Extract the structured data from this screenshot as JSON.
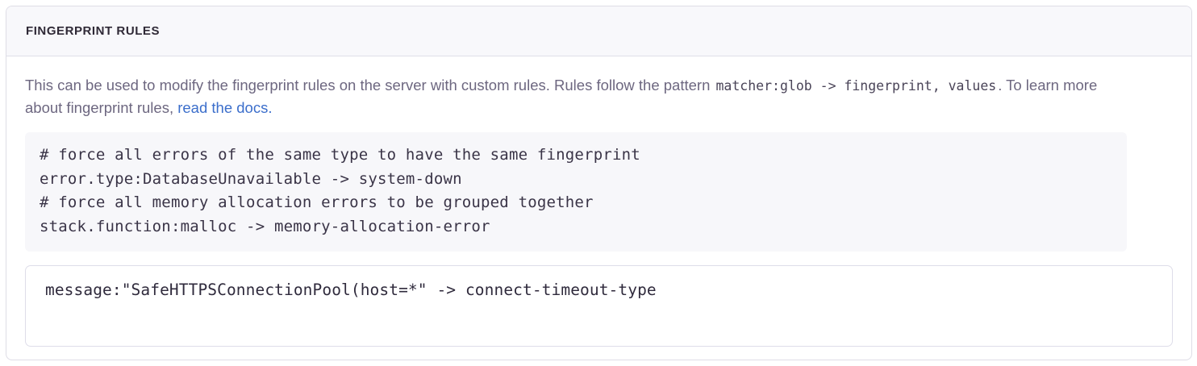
{
  "panel": {
    "title": "FINGERPRINT RULES",
    "description": {
      "before_code": "This can be used to modify the fingerprint rules on the server with custom rules. Rules follow the pattern ",
      "inline_code": "matcher:glob -> fingerprint, values",
      "after_code": ". To learn more about fingerprint rules, ",
      "link_text": "read the docs",
      "after_link": "."
    },
    "example_code": {
      "lines": [
        "# force all errors of the same type to have the same fingerprint",
        "error.type:DatabaseUnavailable -> system-down",
        "# force all memory allocation errors to be grouped together",
        "stack.function:malloc -> memory-allocation-error"
      ]
    },
    "rules_input": {
      "value": "message:\"SafeHTTPSConnectionPool(host=*\" -> connect-timeout-type",
      "placeholder": ""
    }
  },
  "colors": {
    "panel_border": "#dedde6",
    "header_background": "#f8f8fb",
    "header_border": "#dfdee8",
    "title_text": "#2f2936",
    "description_text": "#6d6780",
    "link": "#3b6ecb",
    "code_background": "#f7f7fa",
    "code_text": "#3a3447",
    "input_border": "#dedde9",
    "input_text": "#2f2a3c"
  }
}
